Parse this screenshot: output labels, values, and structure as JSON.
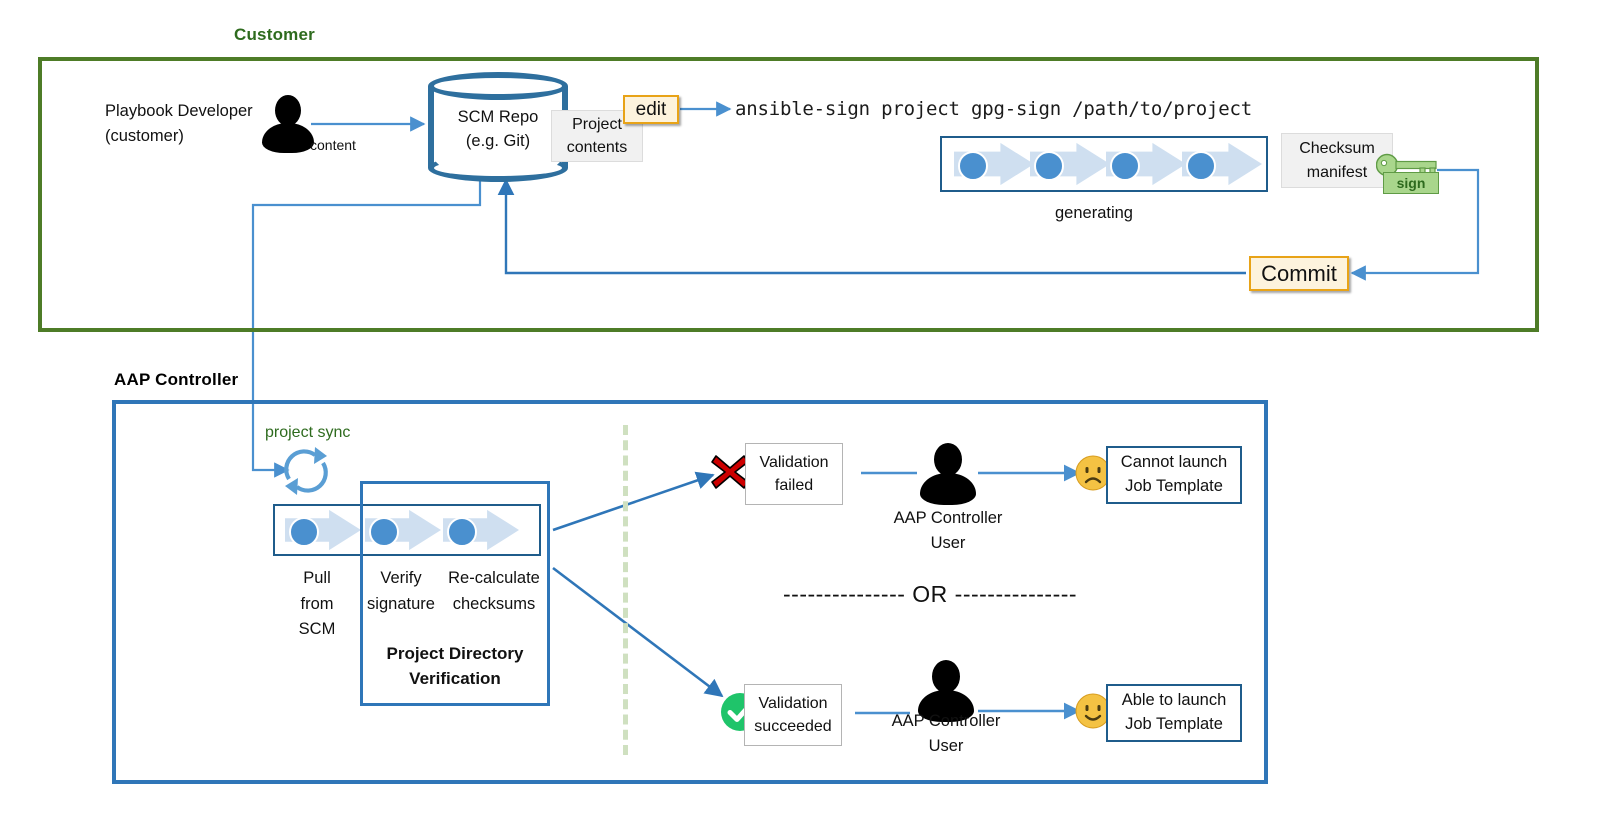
{
  "sections": {
    "customer": {
      "title": "Customer",
      "accent": "#4e7c27"
    },
    "aap": {
      "title": "AAP Controller",
      "accent": "#2f76b8"
    }
  },
  "customer_flow": {
    "developer_label_line1": "Playbook Developer",
    "developer_label_line2": "(customer)",
    "developer_icon": "person-icon",
    "content_edge_label": "content",
    "scm_repo_line1": "SCM Repo",
    "scm_repo_line2": "(e.g. Git)",
    "project_contents_line1": "Project",
    "project_contents_line2": "contents",
    "edit_button": "edit",
    "command": "ansible-sign project gpg-sign /path/to/project",
    "generating_label": "generating",
    "pipeline_steps": 4,
    "checksum_line1": "Checksum",
    "checksum_line2": "manifest",
    "sign_badge": "sign",
    "sign_icon": "key-icon",
    "commit_button": "Commit"
  },
  "aap_flow": {
    "project_sync_label": "project sync",
    "sync_icon": "refresh-sync-icon",
    "pull_step_lines": [
      "Pull",
      "from",
      "SCM"
    ],
    "verify_step_lines": [
      "Verify",
      "signature"
    ],
    "recalc_step_lines": [
      "Re-calculate",
      "checksums"
    ],
    "verification_title_line1": "Project Directory",
    "verification_title_line2": "Verification",
    "or_divider": "--------------- OR ---------------",
    "branches": [
      {
        "status_icon": "red-x-icon",
        "status_line1": "Validation",
        "status_line2": "failed",
        "user_icon": "person-icon",
        "user_line1": "AAP Controller",
        "user_line2": "User",
        "face_icon": "frowning-face-icon",
        "outcome_line1": "Cannot launch",
        "outcome_line2": "Job Template"
      },
      {
        "status_icon": "green-check-icon",
        "status_line1": "Validation",
        "status_line2": "succeeded",
        "user_icon": "person-icon",
        "user_line1": "AAP Controller",
        "user_line2": "User",
        "face_icon": "slightly-smiling-face-icon",
        "outcome_line1": "Able to launch",
        "outcome_line2": "Job Template"
      }
    ]
  },
  "colors": {
    "green_frame": "#4e7c27",
    "green_text": "#2e6b1e",
    "blue_frame": "#2f76b8",
    "arrow_blue": "#4a90cf",
    "arrow_blue_dark": "#2f76b8",
    "chevron_fill": "#cfdff0",
    "chevron_dot": "#4a90cf",
    "orange_border": "#e8a317",
    "orange_fill": "#fdf3dd",
    "red_x": "#cc0000",
    "green_check": "#1fc46a",
    "dashed_green": "#cfe0c0",
    "face_yellow": "#f4c243"
  }
}
